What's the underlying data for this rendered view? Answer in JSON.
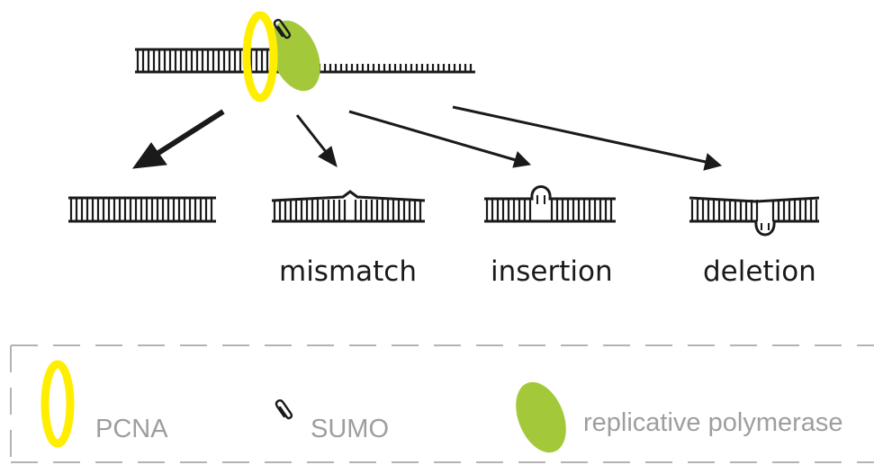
{
  "outcomes": [
    {
      "id": "correct",
      "label": ""
    },
    {
      "id": "mismatch",
      "label": "mismatch"
    },
    {
      "id": "insertion",
      "label": "insertion"
    },
    {
      "id": "deletion",
      "label": "deletion"
    }
  ],
  "legend": {
    "pcna": "PCNA",
    "sumo": "SUMO",
    "polymerase": "replicative polymerase"
  },
  "colors": {
    "pcna": "#ffee00",
    "polymerase": "#a3c93a",
    "dna": "#1a1a1a",
    "legend_text": "#9e9e9e",
    "legend_border": "#b3b3b3"
  }
}
